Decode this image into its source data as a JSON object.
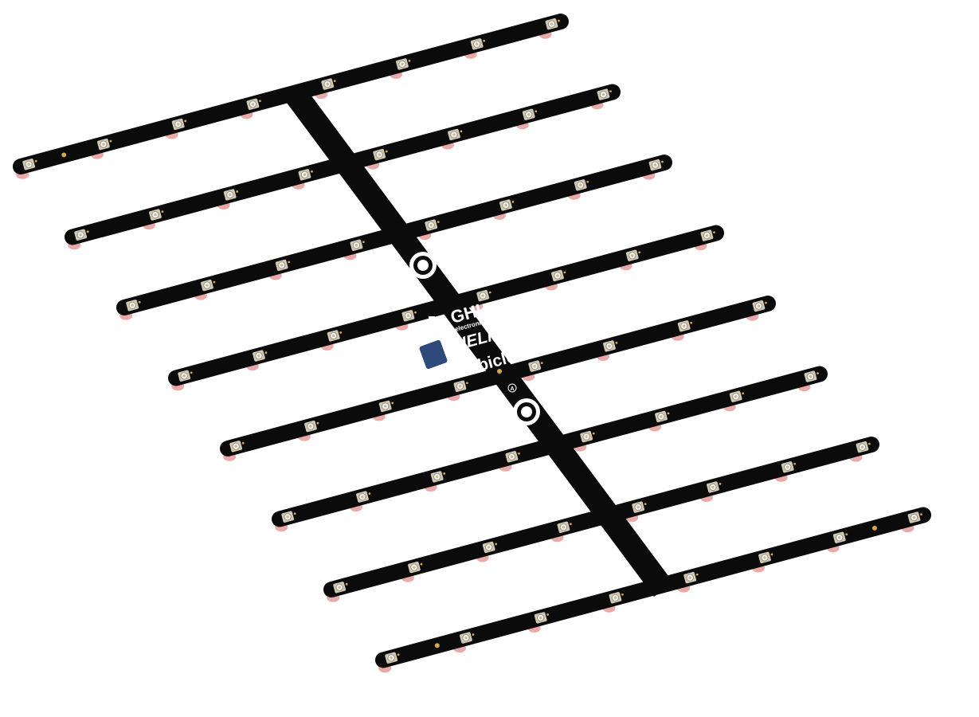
{
  "board": {
    "brand": "GHI",
    "brand_sub": "electronics",
    "product": "DUELink",
    "model": "Cubicle",
    "mark": "A",
    "strip_count": 8,
    "leds_per_strip": 8
  },
  "colors": {
    "pcb": "#0b0b0b",
    "led_shadow": "#e59a9a",
    "led_body": "#cfc8b4",
    "led_center": "#f4f1e6",
    "pad": "#d7a64a",
    "silkscreen": "#ffffff",
    "connector": "#2e4a7a",
    "background": "#ffffff"
  }
}
